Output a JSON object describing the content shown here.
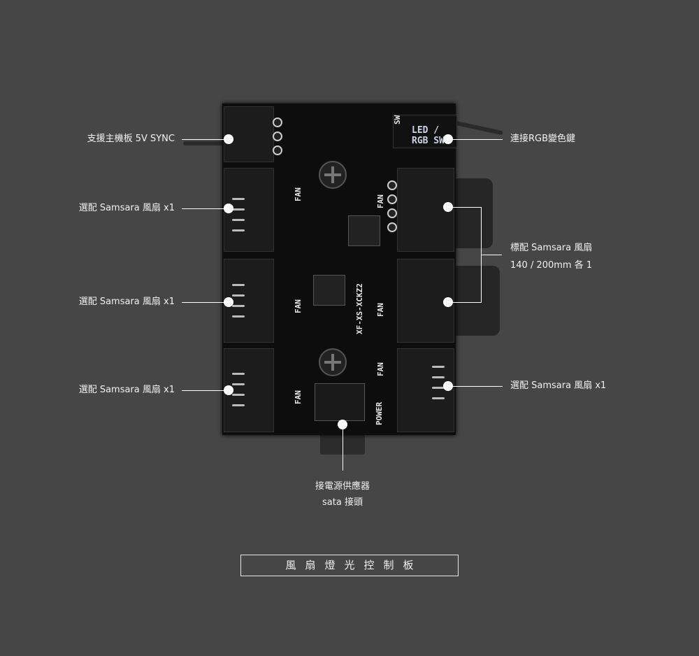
{
  "callouts": {
    "sync": "支援主機板 5V SYNC",
    "optional_fan_1": "選配 Samsara 風扇 x1",
    "optional_fan_2": "選配 Samsara 風扇 x1",
    "optional_fan_3": "選配 Samsara 風扇 x1",
    "rgb_switch": "連接RGB變色鍵",
    "standard_fan_line1": "標配 Samsara 風扇",
    "standard_fan_line2": "140 / 200mm 各 1",
    "optional_fan_right": "選配 Samsara 風扇 x1",
    "power_line1": "接電源供應器",
    "power_line2": "sata 接頭"
  },
  "pcb": {
    "switch_label": "LED / RGB SW",
    "fan": "FAN",
    "power": "POWER",
    "model": "XF-XS-XCKZ2",
    "sw": "SW"
  },
  "title": "風扇燈光控制板"
}
